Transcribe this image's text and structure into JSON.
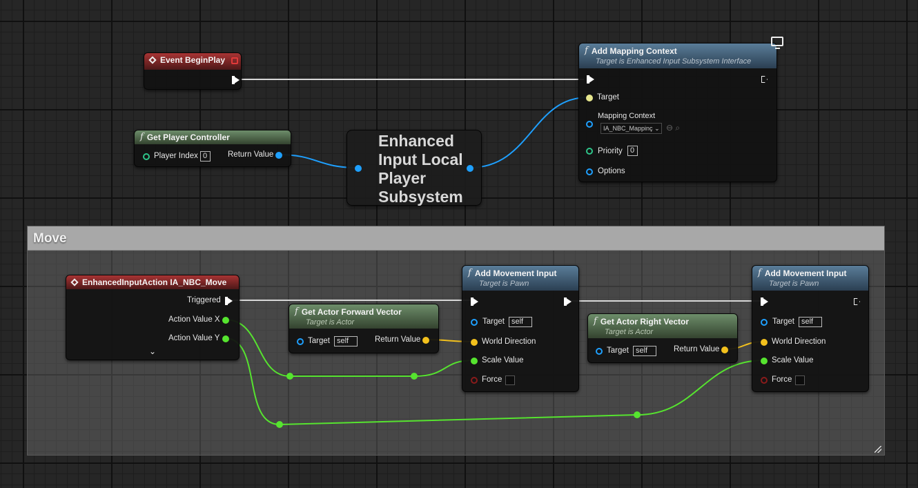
{
  "nodes": {
    "begin_play": {
      "title": "Event BeginPlay"
    },
    "get_player_controller": {
      "title": "Get Player Controller",
      "player_index_label": "Player Index",
      "player_index_value": "0",
      "return_value_label": "Return Value"
    },
    "subsystem": {
      "line1": "Enhanced",
      "line2": "Input Local",
      "line3": "Player",
      "line4": "Subsystem"
    },
    "add_mapping_context": {
      "title": "Add Mapping Context",
      "subtitle": "Target is Enhanced Input Subsystem Interface",
      "target_label": "Target",
      "mapping_context_label": "Mapping Context",
      "mapping_context_value": "IA_NBC_Mappinç",
      "priority_label": "Priority",
      "priority_value": "0",
      "options_label": "Options"
    },
    "input_action": {
      "title": "EnhancedInputAction IA_NBC_Move",
      "triggered_label": "Triggered",
      "action_x_label": "Action Value X",
      "action_y_label": "Action Value Y"
    },
    "forward_vector": {
      "title": "Get Actor Forward Vector",
      "subtitle": "Target is Actor",
      "target_label": "Target",
      "target_value": "self",
      "return_value_label": "Return Value"
    },
    "add_movement_1": {
      "title": "Add Movement Input",
      "subtitle": "Target is Pawn",
      "target_label": "Target",
      "target_value": "self",
      "world_direction_label": "World Direction",
      "scale_value_label": "Scale Value",
      "force_label": "Force"
    },
    "right_vector": {
      "title": "Get Actor Right Vector",
      "subtitle": "Target is Actor",
      "target_label": "Target",
      "target_value": "self",
      "return_value_label": "Return Value"
    },
    "add_movement_2": {
      "title": "Add Movement Input",
      "subtitle": "Target is Pawn",
      "target_label": "Target",
      "target_value": "self",
      "world_direction_label": "World Direction",
      "scale_value_label": "Scale Value",
      "force_label": "Force"
    }
  },
  "comment": {
    "title": "Move"
  },
  "icons": {
    "function": "function-f-icon",
    "event": "event-diamond-icon",
    "exec": "exec-pin-icon",
    "monitor": "remote-monitor-icon"
  },
  "colors": {
    "exec": "#ffffff",
    "object_pin": "#1ea0ff",
    "float_pin": "#56e42f",
    "vector_pin": "#f3c11d",
    "bool_pin": "#8a1b1b",
    "int_pin": "#2ec58a"
  }
}
